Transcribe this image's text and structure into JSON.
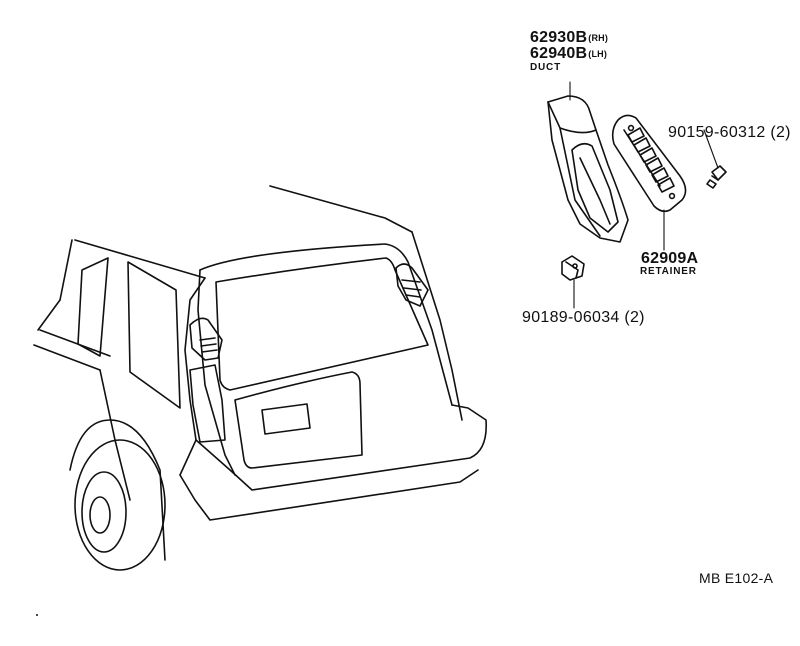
{
  "labels": {
    "duct_rh_number": "62930B",
    "duct_rh_suffix": "(RH)",
    "duct_lh_number": "62940B",
    "duct_lh_suffix": "(LH)",
    "duct_name": "DUCT",
    "screw_top": "90159-60312 (2)",
    "retainer_number": "62909A",
    "retainer_name": "RETAINER",
    "clip_bottom": "90189-06034 (2)",
    "figure_code": "MB E102-A"
  },
  "colors": {
    "line": "#111111",
    "background": "#ffffff"
  }
}
